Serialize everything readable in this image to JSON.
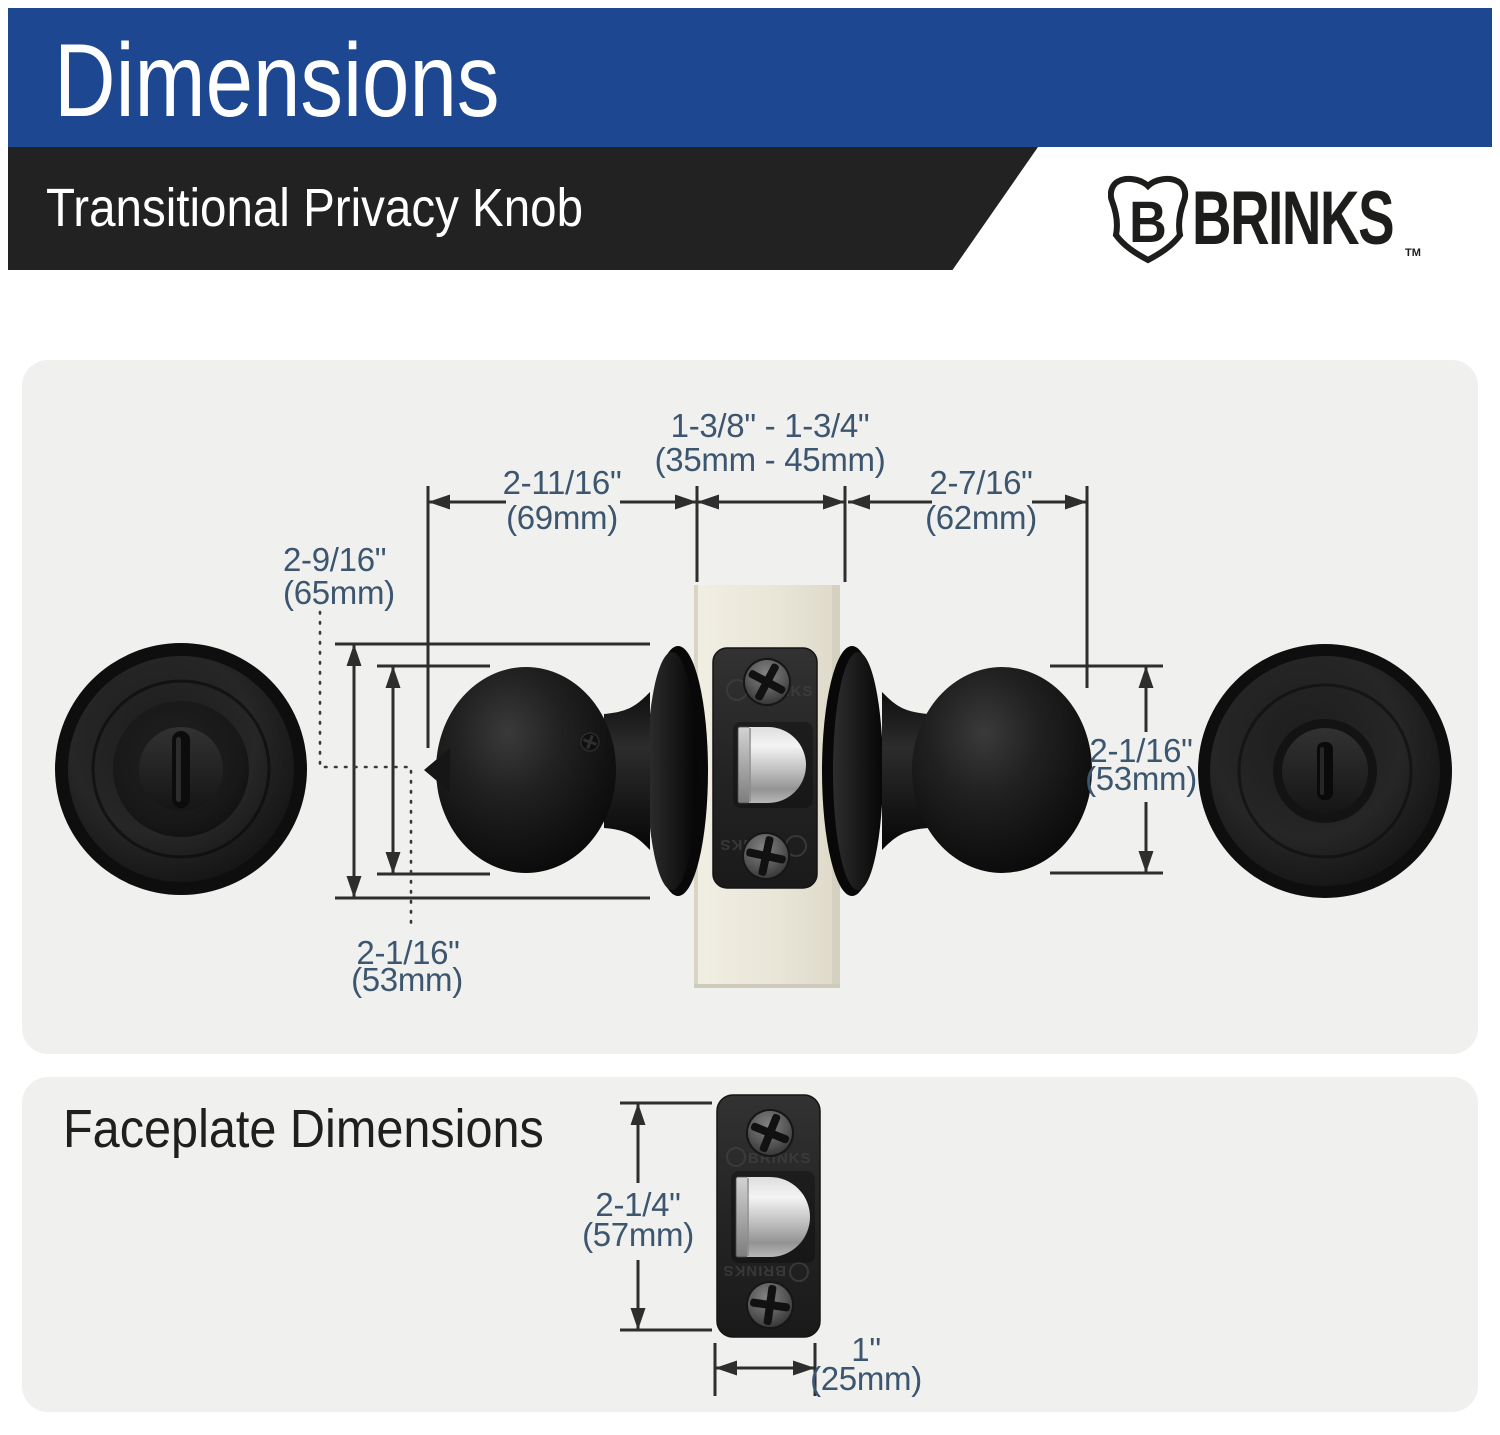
{
  "header": {
    "title": "Dimensions",
    "subtitle": "Transitional Privacy Knob"
  },
  "brand": {
    "name": "BRINKS",
    "shield_letter": "B",
    "tm": "TM"
  },
  "colors": {
    "header_blue": "#1d4891",
    "banner_black": "#222222",
    "panel_gray": "#f0f0ef",
    "dim_label": "#3c566f",
    "dim_line": "#2e2e2e"
  },
  "dims": {
    "door": {
      "in": "1-3/8\" - 1-3/4\"",
      "mm": "(35mm - 45mm)"
    },
    "left_proj": {
      "in": "2-11/16\"",
      "mm": "(69mm)"
    },
    "right_proj": {
      "in": "2-7/16\"",
      "mm": "(62mm)"
    },
    "rose": {
      "in": "2-9/16\"",
      "mm": "(65mm)"
    },
    "knob_bottom_left": {
      "in": "2-1/16\"",
      "mm": "(53mm)"
    },
    "knob_right": {
      "in": "2-1/16\"",
      "mm": "(53mm)"
    }
  },
  "faceplate": {
    "heading": "Faceplate Dimensions",
    "height": {
      "in": "2-1/4\"",
      "mm": "(57mm)"
    },
    "width": {
      "in": "1\"",
      "mm": "(25mm)"
    }
  },
  "embossed": {
    "brand": "BRINKS"
  }
}
